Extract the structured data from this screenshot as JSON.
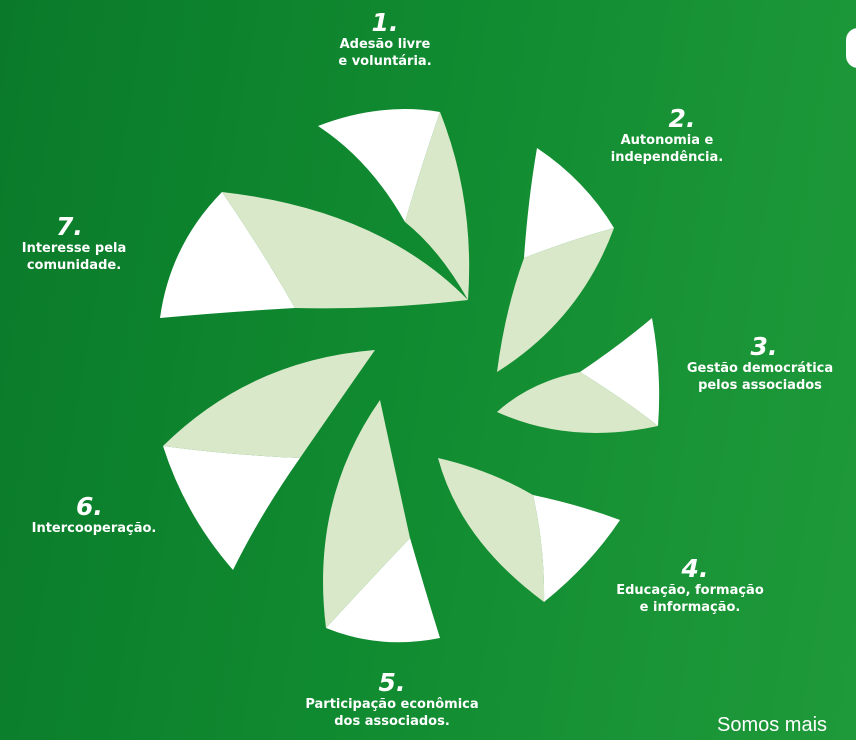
{
  "principles": [
    {
      "number": "1.",
      "text": [
        "Adesão livre",
        "e voluntária."
      ]
    },
    {
      "number": "2.",
      "text": [
        "Autonomia e",
        "independência."
      ]
    },
    {
      "number": "3.",
      "text": [
        "Gestão democrática",
        "pelos associados"
      ]
    },
    {
      "number": "4.",
      "text": [
        "Educação, formação",
        "e informação."
      ]
    },
    {
      "number": "5.",
      "text": [
        "Participação econômica",
        "dos associados."
      ]
    },
    {
      "number": "6.",
      "text": [
        "Intercooperação."
      ]
    },
    {
      "number": "7.",
      "text": [
        "Interesse pela",
        "comunidade."
      ]
    }
  ],
  "tagline": "Somos mais",
  "colors": {
    "background": "#0e8530",
    "petal_white": "#ffffff",
    "petal_light": "#d9e8c9"
  }
}
